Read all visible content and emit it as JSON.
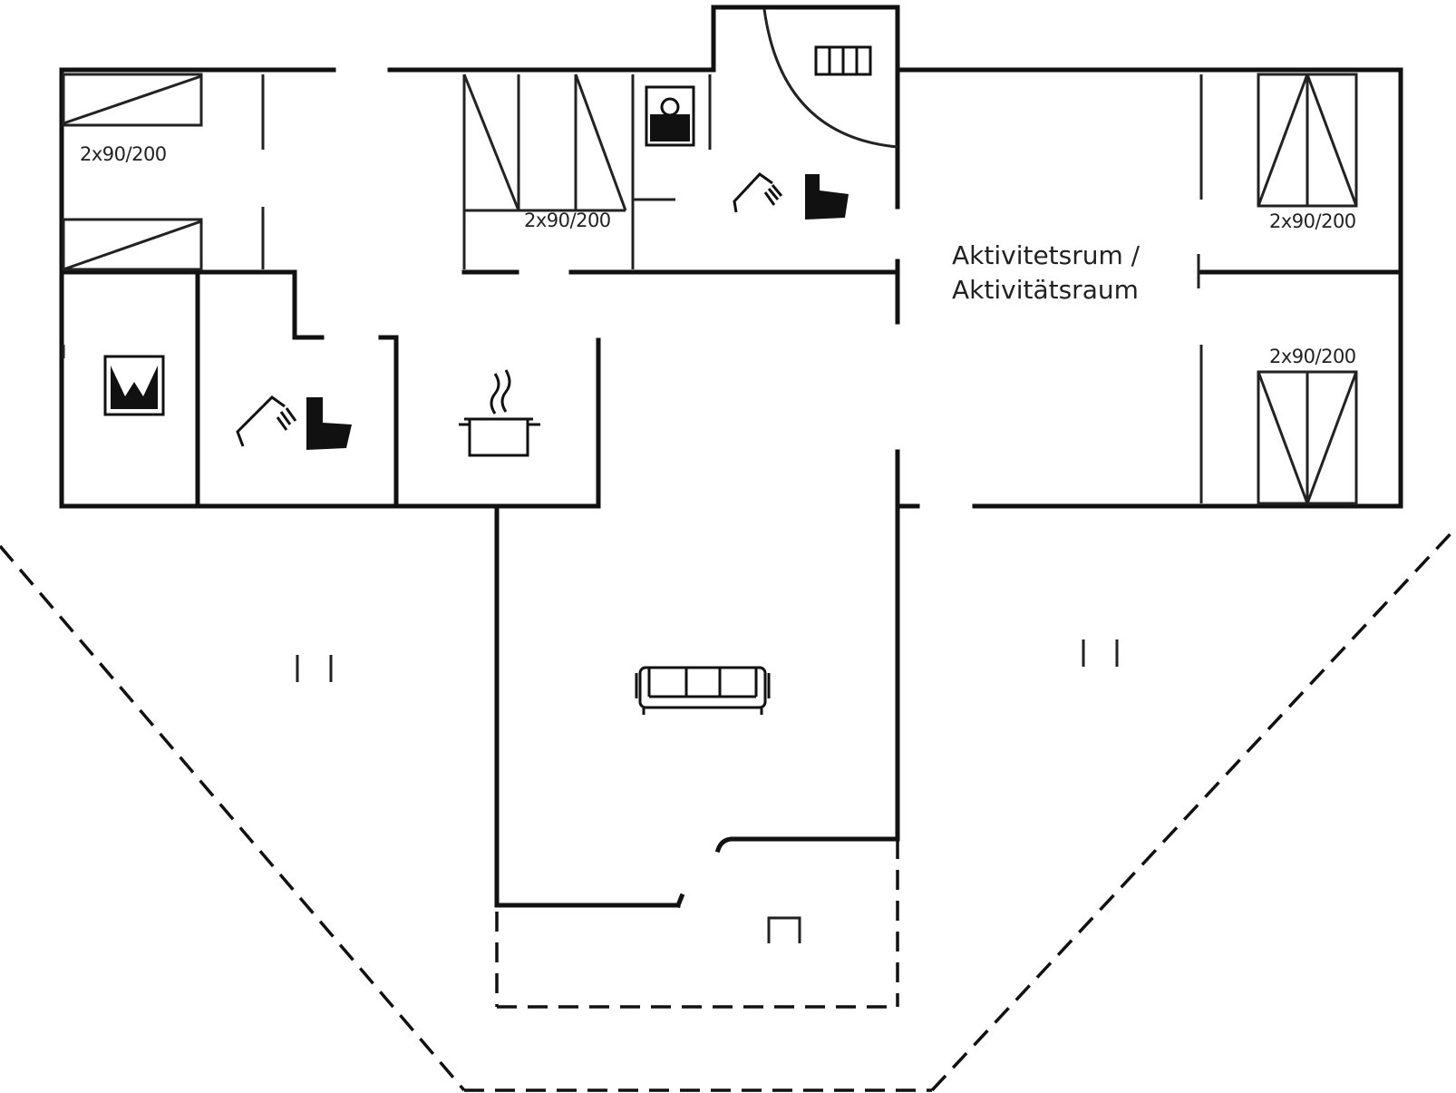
{
  "plan": {
    "room_label_line1": "Aktivitetsrum /",
    "room_label_line2": "Aktivitätsraum",
    "beds": {
      "top_left": "2x90/200",
      "top_middle": "2x90/200",
      "right_upper": "2x90/200",
      "right_lower": "2x90/200"
    }
  },
  "icons": [
    "toilet-shower-icon",
    "washing-machine-icon",
    "dryer-icon",
    "stove-pot-icon",
    "sofa-icon",
    "heater-icon",
    "door-swing-icon",
    "bunk-bed-icon"
  ]
}
